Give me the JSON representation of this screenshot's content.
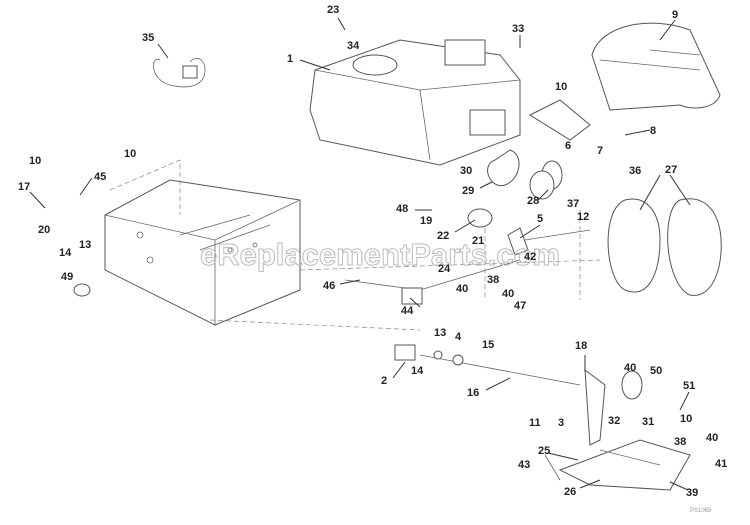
{
  "watermark": "eReplacementParts.com",
  "figure_code": "PS1065",
  "callouts": [
    "23",
    "33",
    "9",
    "35",
    "34",
    "1",
    "10",
    "8",
    "7",
    "6",
    "36",
    "27",
    "30",
    "29",
    "28",
    "37",
    "10",
    "10",
    "45",
    "17",
    "20",
    "14",
    "13",
    "49",
    "48",
    "19",
    "22",
    "21",
    "5",
    "12",
    "42",
    "38",
    "40",
    "47",
    "40",
    "24",
    "46",
    "44",
    "13",
    "4",
    "15",
    "14",
    "2",
    "16",
    "18",
    "40",
    "50",
    "51",
    "11",
    "3",
    "32",
    "31",
    "10",
    "38",
    "40",
    "41",
    "25",
    "43",
    "26",
    "39"
  ]
}
